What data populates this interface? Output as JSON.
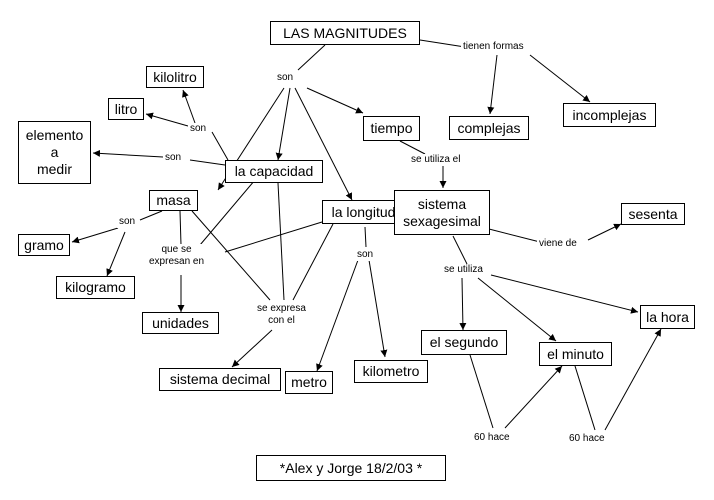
{
  "nodes": {
    "magnitudes": "LAS MAGNITUDES",
    "kilolitro": "kilolitro",
    "litro": "litro",
    "elemento": "elemento\na\nmedir",
    "capacidad": "la capacidad",
    "masa": "masa",
    "gramo": "gramo",
    "kilogramo": "kilogramo",
    "unidades": "unidades",
    "sistema_decimal": "sistema decimal",
    "metro": "metro",
    "longitud": "la longitud",
    "kilometro": "kilometro",
    "tiempo": "tiempo",
    "complejas": "complejas",
    "incomplejas": "incomplejas",
    "sexagesimal": "sistema\nsexagesimal",
    "sesenta": "sesenta",
    "hora": "la hora",
    "segundo": "el segundo",
    "minuto": "el minuto",
    "footer": "*Alex y  Jorge    18/2/03 *"
  },
  "labels": {
    "tienen_formas": "tienen formas",
    "son_main": "son",
    "son_cap": "son",
    "son_elem": "son",
    "son_masa": "son",
    "que_se": "que se\nexpresan en",
    "se_expresa": "se expresa\ncon el",
    "son_long": "son",
    "se_utiliza_el": "se  utiliza el",
    "viene_de": "viene de",
    "se_utiliza": "se utiliza",
    "sesenta_hace_1": "60 hace",
    "sesenta_hace_2": "60  hace"
  }
}
